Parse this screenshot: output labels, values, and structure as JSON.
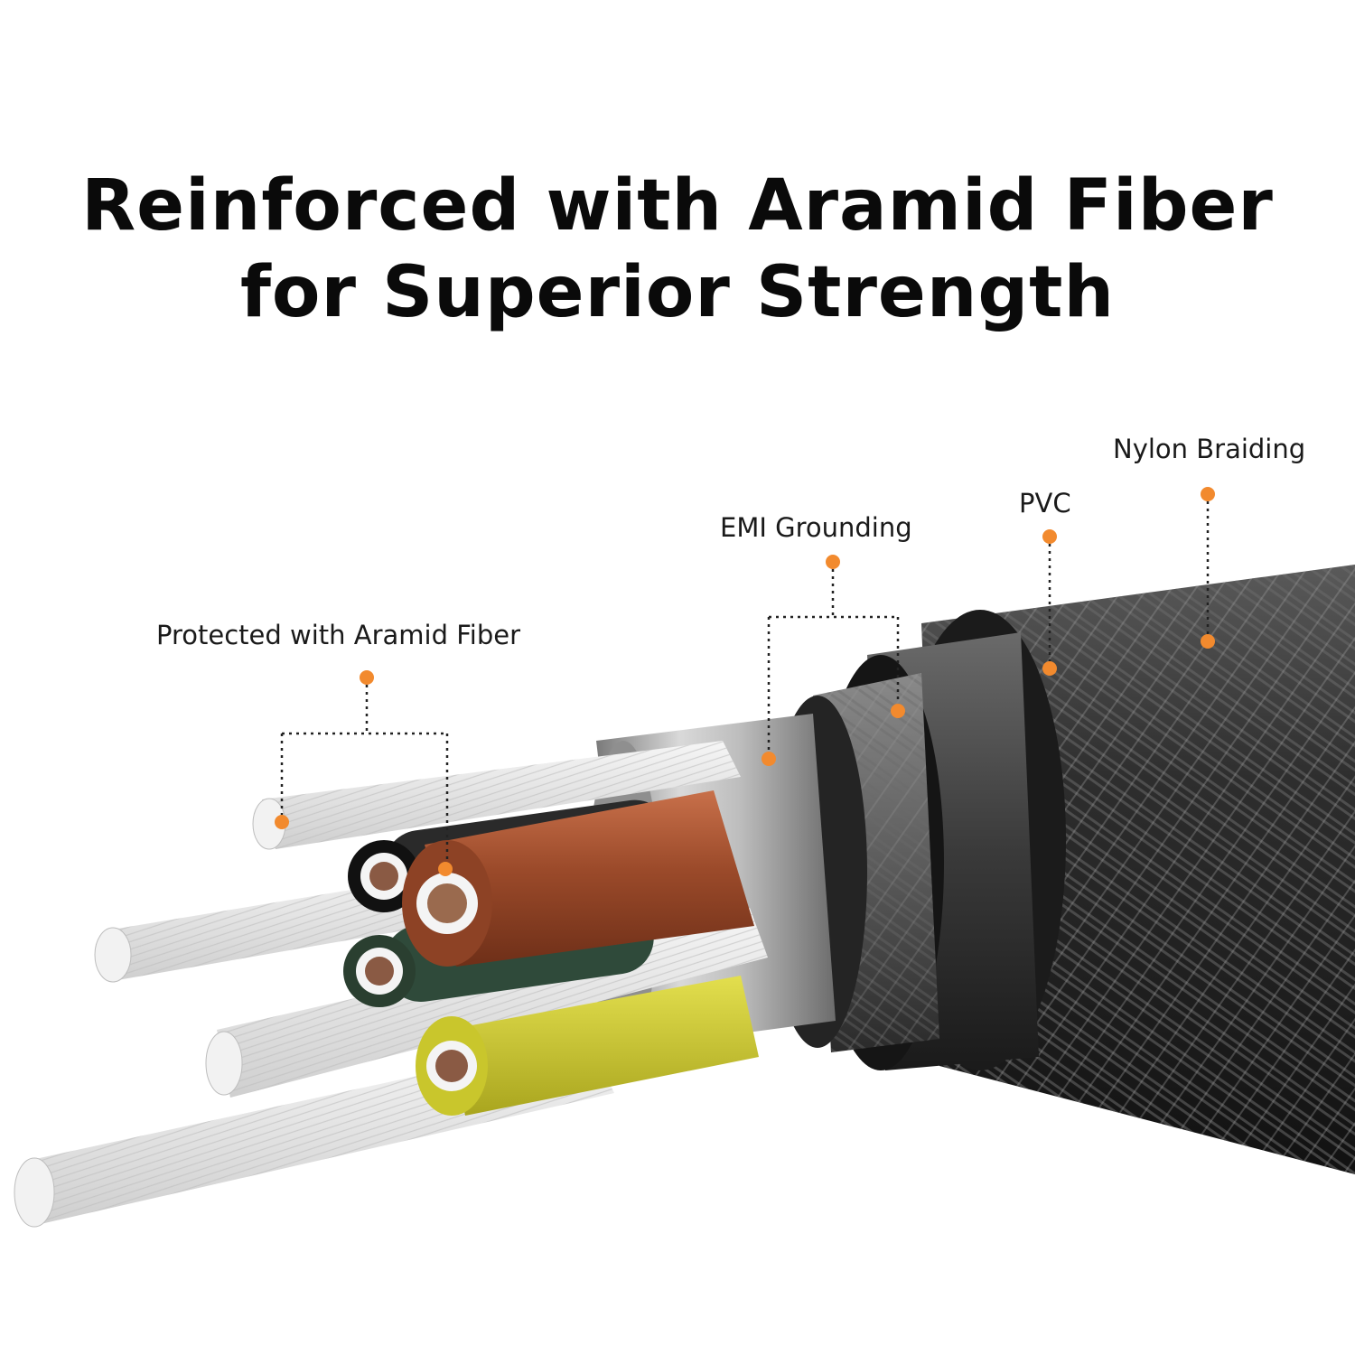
{
  "headline": {
    "line1": "Reinforced with Aramid Fiber",
    "line2": "for Superior Strength"
  },
  "callouts": {
    "aramid": "Protected with Aramid Fiber",
    "emi": "EMI Grounding",
    "pvc": "PVC",
    "nylon": "Nylon Braiding"
  },
  "colors": {
    "callout_dot": "#f28a2e",
    "copper_wire": "#9b4a2a",
    "yellow_wire": "#c9c62c",
    "green_wire": "#2f4a3a",
    "black_wire": "#2a2a2a",
    "aramid_fiber": "#e8e8e8",
    "emi_foil": "#b9b9b9",
    "jacket": "#2b2b2b"
  }
}
